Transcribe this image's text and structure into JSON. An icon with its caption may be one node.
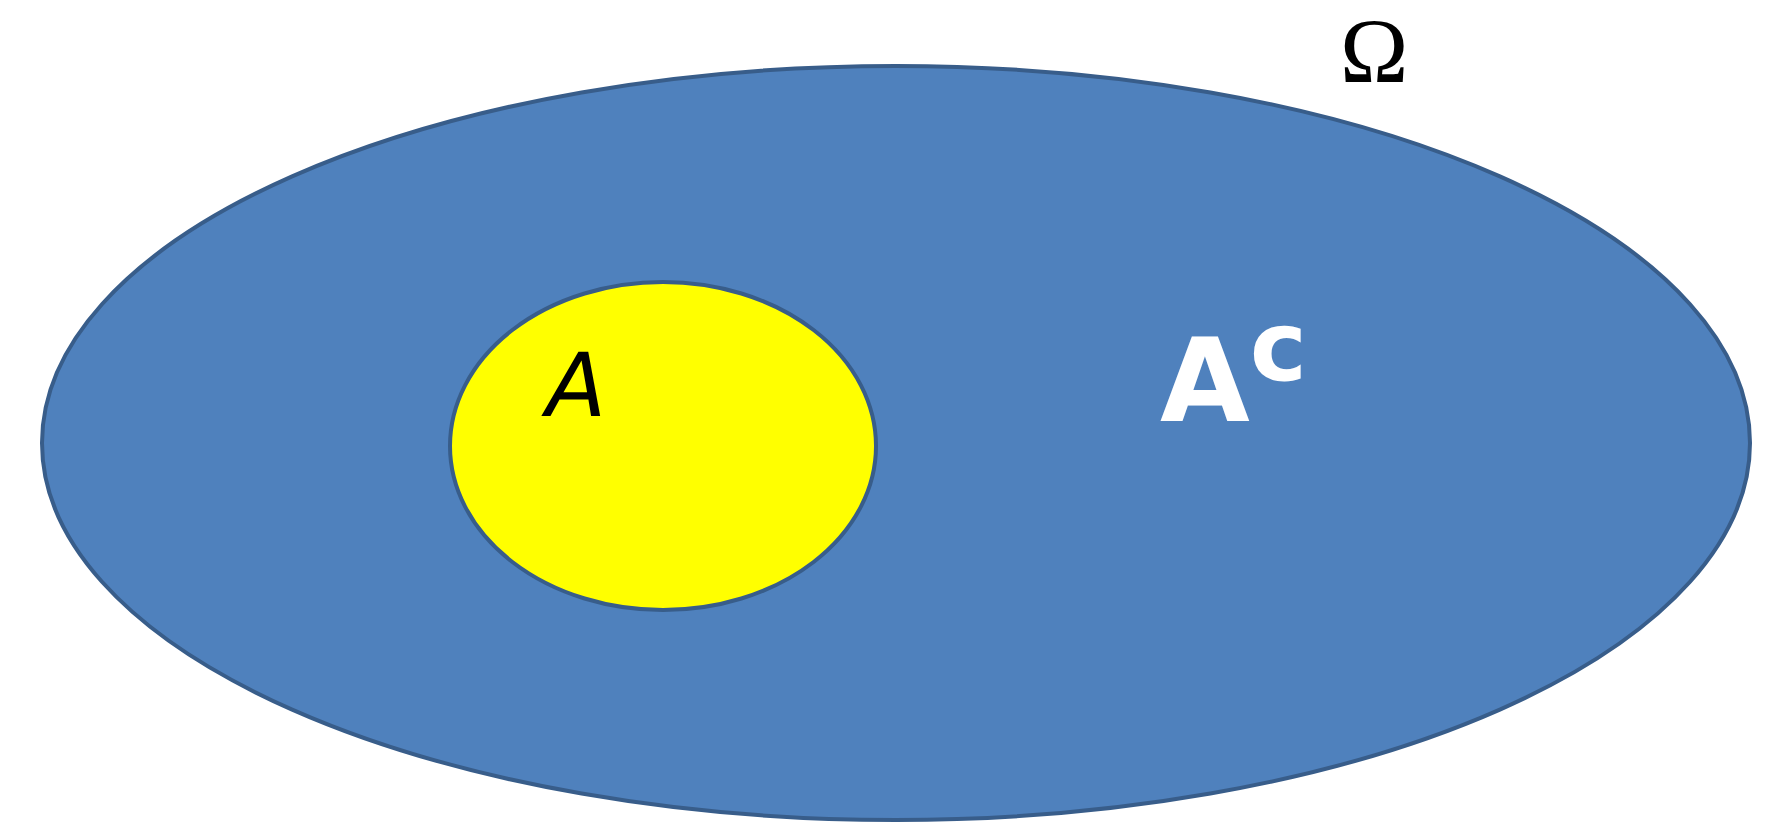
{
  "diagram": {
    "nodes": [
      {
        "text": [
          "Ω",
          "A$^{c}$"
        ]
      },
      {
        "text": [
          "A"
        ],
        "in": 0
      }
    ]
  }
}
